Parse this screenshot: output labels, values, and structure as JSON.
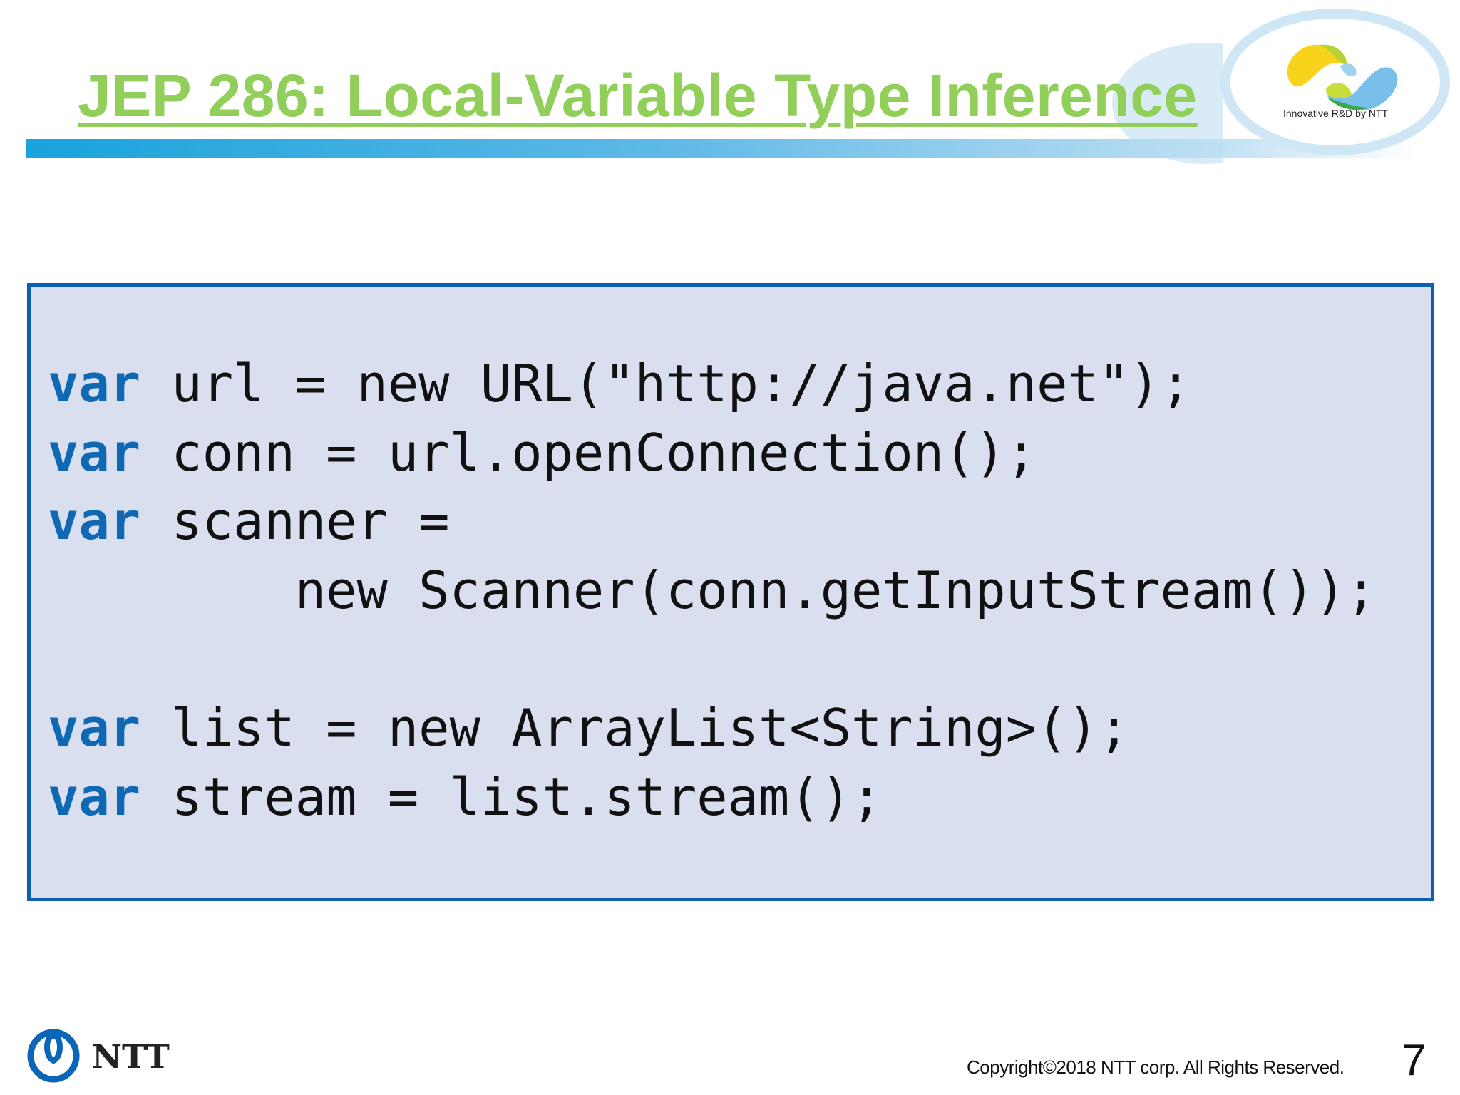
{
  "slide": {
    "title": "JEP 286: Local-Variable Type Inference",
    "logo_tagline": "Innovative R&D by NTT",
    "accent_colors": {
      "title": "#92cf5a",
      "keyword": "#0f68b3",
      "box_border": "#0b5fb0",
      "box_fill": "#d9dfee"
    }
  },
  "code": {
    "lines": [
      {
        "keyword": "var",
        "rest": " url = new URL(\"http://java.net\");"
      },
      {
        "keyword": "var",
        "rest": " conn = url.openConnection();"
      },
      {
        "keyword": "var",
        "rest": " scanner ="
      },
      {
        "keyword": "",
        "rest": "        new Scanner(conn.getInputStream());"
      },
      {
        "keyword": "",
        "rest": ""
      },
      {
        "keyword": "var",
        "rest": " list = new ArrayList<String>();"
      },
      {
        "keyword": "var",
        "rest": " stream = list.stream();"
      }
    ]
  },
  "footer": {
    "company_logo": "NTT",
    "copyright": "Copyright©2018  NTT corp. All Rights Reserved.",
    "page_number": "7"
  }
}
